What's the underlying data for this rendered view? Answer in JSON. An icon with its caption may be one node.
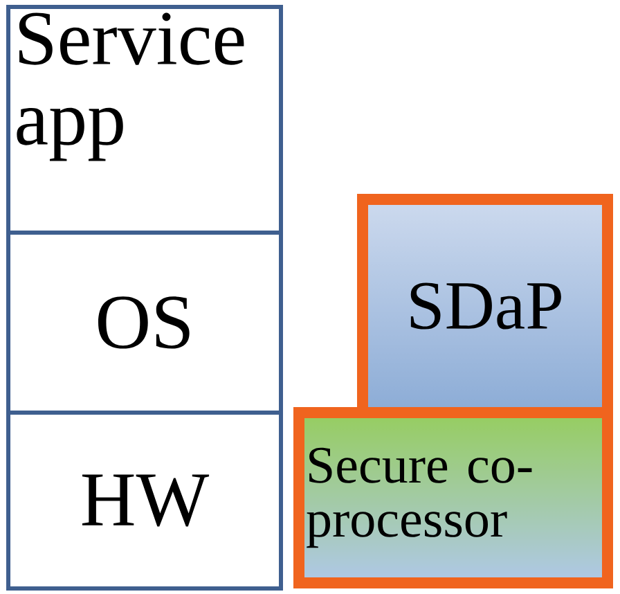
{
  "diagram": {
    "nodes": [
      {
        "text": [
          "Service app"
        ]
      },
      {
        "text": [
          "OS"
        ]
      },
      {
        "text": [
          "HW"
        ]
      },
      {
        "text": [
          "SDaP"
        ]
      },
      {
        "text": [
          "Secure co-processor"
        ]
      }
    ]
  }
}
